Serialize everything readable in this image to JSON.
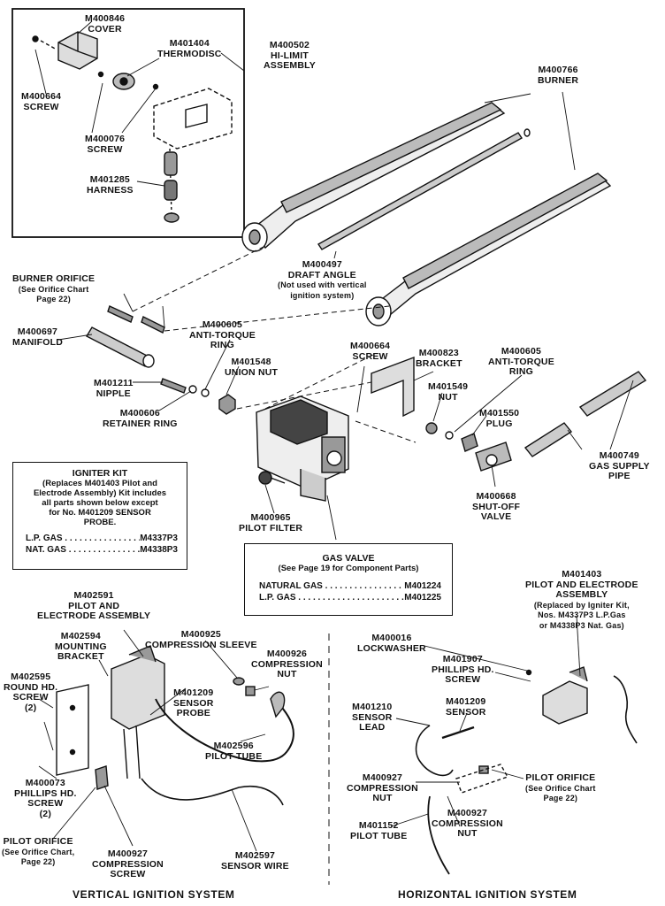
{
  "parts": {
    "cover": {
      "num": "M400846",
      "name": "COVER"
    },
    "thermodisc": {
      "num": "M401404",
      "name": "THERMODISC"
    },
    "hi_limit": {
      "num": "M400502",
      "name": "HI-LIMIT",
      "name2": "ASSEMBLY"
    },
    "screw_top": {
      "num": "M400664",
      "name": "SCREW"
    },
    "screw_076": {
      "num": "M400076",
      "name": "SCREW"
    },
    "harness": {
      "num": "M401285",
      "name": "HARNESS"
    },
    "burner": {
      "num": "M400766",
      "name": "BURNER"
    },
    "draft_angle": {
      "num": "M400497",
      "name": "DRAFT ANGLE",
      "note1": "(Not used with vertical",
      "note2": "ignition system)"
    },
    "burner_orifice": {
      "name": "BURNER ORIFICE",
      "note1": "(See Orifice Chart",
      "note2": "Page 22)"
    },
    "manifold": {
      "num": "M400697",
      "name": "MANIFOLD"
    },
    "anti_torque_1": {
      "num": "M400605",
      "name": "ANTI-TORQUE",
      "name2": "RING"
    },
    "union_nut": {
      "num": "M401548",
      "name": "UNION NUT"
    },
    "nipple": {
      "num": "M401211",
      "name": "NIPPLE"
    },
    "retainer_ring": {
      "num": "M400606",
      "name": "RETAINER RING"
    },
    "screw_mid": {
      "num": "M400664",
      "name": "SCREW"
    },
    "bracket": {
      "num": "M400823",
      "name": "BRACKET"
    },
    "nut": {
      "num": "M401549",
      "name": "NUT"
    },
    "anti_torque_2": {
      "num": "M400605",
      "name": "ANTI-TORQUE",
      "name2": "RING"
    },
    "plug": {
      "num": "M401550",
      "name": "PLUG"
    },
    "gas_supply": {
      "num": "M400749",
      "name": "GAS SUPPLY",
      "name2": "PIPE"
    },
    "shutoff": {
      "num": "M400668",
      "name": "SHUT-OFF",
      "name2": "VALVE"
    },
    "pilot_filter": {
      "num": "M400965",
      "name": "PILOT FILTER"
    },
    "pilot_electrode_v": {
      "num": "M402591",
      "name": "PILOT AND",
      "name2": "ELECTRODE ASSEMBLY"
    },
    "mounting_bracket": {
      "num": "M402594",
      "name": "MOUNTING",
      "name2": "BRACKET"
    },
    "round_screw": {
      "num": "M402595",
      "name": "ROUND HD.",
      "name2": "SCREW",
      "name3": "(2)"
    },
    "comp_sleeve": {
      "num": "M400925",
      "name": "COMPRESSION SLEEVE"
    },
    "comp_nut_926": {
      "num": "M400926",
      "name": "COMPRESSION",
      "name2": "NUT"
    },
    "sensor_probe": {
      "num": "M401209",
      "name": "SENSOR",
      "name2": "PROBE"
    },
    "pilot_tube_v": {
      "num": "M402596",
      "name": "PILOT TUBE"
    },
    "phillips_v": {
      "num": "M400073",
      "name": "PHILLIPS HD.",
      "name2": "SCREW",
      "name3": "(2)"
    },
    "pilot_orifice_v": {
      "name": "PILOT ORIFICE",
      "note1": "(See Orifice Chart,",
      "note2": "Page 22)"
    },
    "comp_screw": {
      "num": "M400927",
      "name": "COMPRESSION",
      "name2": "SCREW"
    },
    "sensor_wire": {
      "num": "M402597",
      "name": "SENSOR WIRE"
    },
    "pilot_electrode_h": {
      "num": "M401403",
      "name": "PILOT AND ELECTRODE",
      "name2": "ASSEMBLY",
      "note1": "(Replaced by Igniter Kit,",
      "note2": "Nos. M4337P3 L.P.Gas",
      "note3": "or M4338P3 Nat. Gas)"
    },
    "lockwasher": {
      "num": "M400016",
      "name": "LOCKWASHER"
    },
    "phillips_h": {
      "num": "M401907",
      "name": "PHILLIPS HD.",
      "name2": "SCREW"
    },
    "sensor_lead": {
      "num": "M401210",
      "name": "SENSOR",
      "name2": "LEAD"
    },
    "sensor_h": {
      "num": "M401209",
      "name": "SENSOR"
    },
    "comp_nut_h1": {
      "num": "M400927",
      "name": "COMPRESSION",
      "name2": "NUT"
    },
    "pilot_orifice_h": {
      "name": "PILOT ORIFICE",
      "note1": "(See Orifice Chart",
      "note2": "Page 22)"
    },
    "pilot_tube_h": {
      "num": "M401152",
      "name": "PILOT TUBE"
    },
    "comp_nut_h2": {
      "num": "M400927",
      "name": "COMPRESSION",
      "name2": "NUT"
    }
  },
  "igniter_kit": {
    "title": "IGNITER KIT",
    "lines": [
      "(Replaces M401403 Pilot and",
      "Electrode Assembly) Kit includes",
      "all parts shown below except",
      "for No. M401209 SENSOR",
      "PROBE."
    ],
    "rows": [
      {
        "label": "L.P. GAS",
        "value": "M4337P3"
      },
      {
        "label": "NAT. GAS",
        "value": "M4338P3"
      }
    ]
  },
  "gas_valve": {
    "title": "GAS VALVE",
    "subtitle": "(See Page 19 for Component Parts)",
    "rows": [
      {
        "label": "NATURAL GAS",
        "value": "M401224"
      },
      {
        "label": "L.P. GAS",
        "value": "M401225"
      }
    ]
  },
  "footer": {
    "vertical": "VERTICAL IGNITION SYSTEM",
    "horizontal": "HORIZONTAL IGNITION SYSTEM"
  }
}
